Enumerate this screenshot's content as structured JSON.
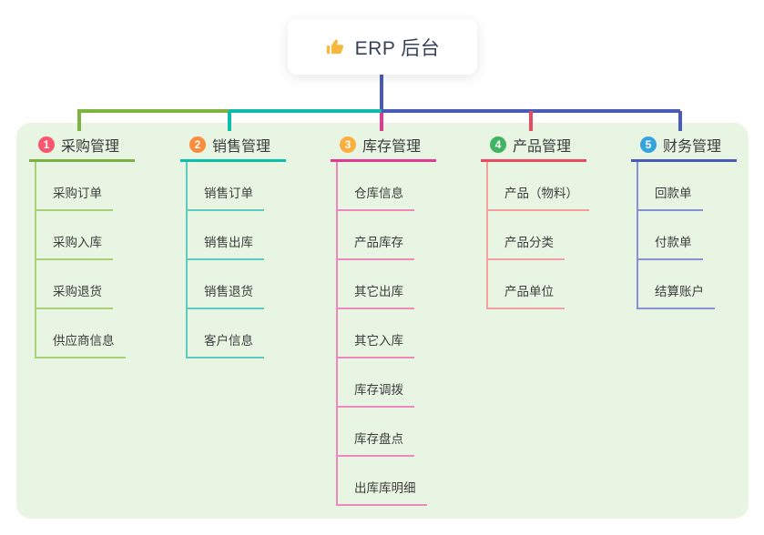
{
  "root": {
    "title": "ERP 后台",
    "icon": "thumbs-up-icon"
  },
  "canvas": {
    "panel_background": "#e8f5e3",
    "page_background": "#ffffff",
    "root_connector_color": "#4a5ab9"
  },
  "branches": [
    {
      "badge": "1",
      "label": "采购管理",
      "colors": {
        "main": "#7cb342",
        "light": "#a9d178",
        "badge": "#f7566f"
      },
      "items": [
        "采购订单",
        "采购入库",
        "采购退货",
        "供应商信息"
      ]
    },
    {
      "badge": "2",
      "label": "销售管理",
      "colors": {
        "main": "#0fbcab",
        "light": "#5bccbd",
        "badge": "#fb8c3c"
      },
      "items": [
        "销售订单",
        "销售出库",
        "销售退货",
        "客户信息"
      ]
    },
    {
      "badge": "3",
      "label": "库存管理",
      "colors": {
        "main": "#e23a90",
        "light": "#ef87be",
        "badge": "#fbae3c"
      },
      "items": [
        "仓库信息",
        "产品库存",
        "其它出库",
        "其它入库",
        "库存调拨",
        "库存盘点",
        "出库库明细"
      ]
    },
    {
      "badge": "4",
      "label": "产品管理",
      "colors": {
        "main": "#e84a62",
        "light": "#f2a09e",
        "badge": "#41b362"
      },
      "items": [
        "产品（物料）",
        "产品分类",
        "产品单位"
      ]
    },
    {
      "badge": "5",
      "label": "财务管理",
      "colors": {
        "main": "#4a5ab9",
        "light": "#8593d6",
        "badge": "#36a4dc"
      },
      "items": [
        "回款单",
        "付款单",
        "结算账户"
      ]
    }
  ]
}
